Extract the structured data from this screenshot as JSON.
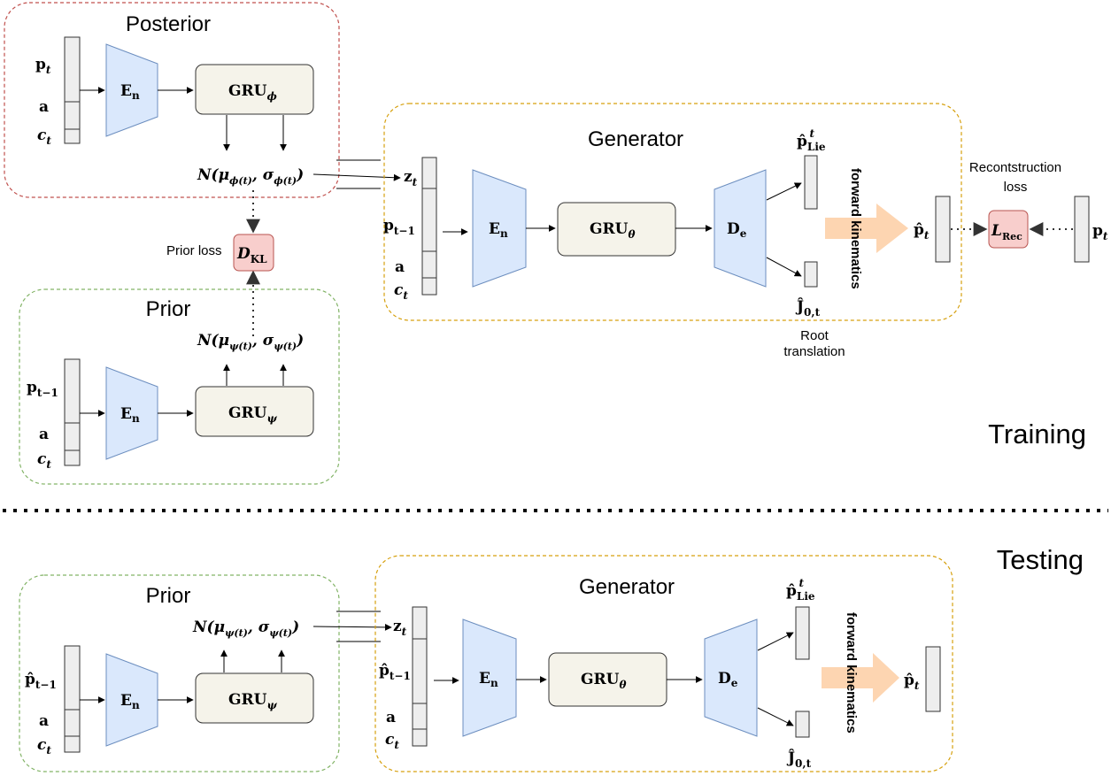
{
  "training": {
    "section_label": "Training",
    "posterior": {
      "title": "Posterior",
      "inputs": [
        "p_t",
        "a",
        "c_t"
      ],
      "encoder": "E_n",
      "gru": "GRU_φ",
      "distribution": "N(μ_φ(t), σ_φ(t))"
    },
    "prior": {
      "title": "Prior",
      "inputs": [
        "p_t-1",
        "a",
        "c_t"
      ],
      "encoder": "E_n",
      "gru": "GRU_ψ",
      "distribution": "N(μ_ψ(t), σ_ψ(t))"
    },
    "prior_loss": {
      "label": "Prior loss",
      "node": "D_KL"
    },
    "generator": {
      "title": "Generator",
      "inputs": [
        "z_t",
        "p_t-1",
        "a",
        "c_t"
      ],
      "encoder": "E_n",
      "gru": "GRU_θ",
      "decoder": "D_e",
      "output_top": "p̂_Lie^t",
      "output_bottom": "Ĵ_0,t",
      "root_label_1": "Root",
      "root_label_2": "translation"
    },
    "forward_kinematics": "forward kinematics",
    "prediction": "p̂_t",
    "reconstruction": {
      "label_1": "Recontstruction",
      "label_2": "loss",
      "node": "L_Rec",
      "target": "p_t"
    }
  },
  "testing": {
    "section_label": "Testing",
    "prior": {
      "title": "Prior",
      "inputs": [
        "p̂_t-1",
        "a",
        "c_t"
      ],
      "encoder": "E_n",
      "gru": "GRU_ψ",
      "distribution": "N(μ_ψ(t), σ_ψ(t))"
    },
    "generator": {
      "title": "Generator",
      "inputs": [
        "z_t",
        "p̂_t-1",
        "a",
        "c_t"
      ],
      "encoder": "E_n",
      "gru": "GRU_θ",
      "decoder": "D_e",
      "output_top": "p̂_Lie^t",
      "output_bottom": "Ĵ_0,t"
    },
    "forward_kinematics": "forward kinematics",
    "prediction": "p̂_t"
  },
  "colors": {
    "posterior_border": "#c0504d",
    "prior_border": "#82b366",
    "generator_border": "#d6a00e",
    "encoder_fill": "#dae8fc",
    "encoder_stroke": "#6c8ebf",
    "gru_fill": "#f5f3ea",
    "loss_fill": "#f8cecc",
    "loss_stroke": "#b85450",
    "fk_arrow": "#fdd5b1",
    "vector_fill": "#eeeeee"
  }
}
